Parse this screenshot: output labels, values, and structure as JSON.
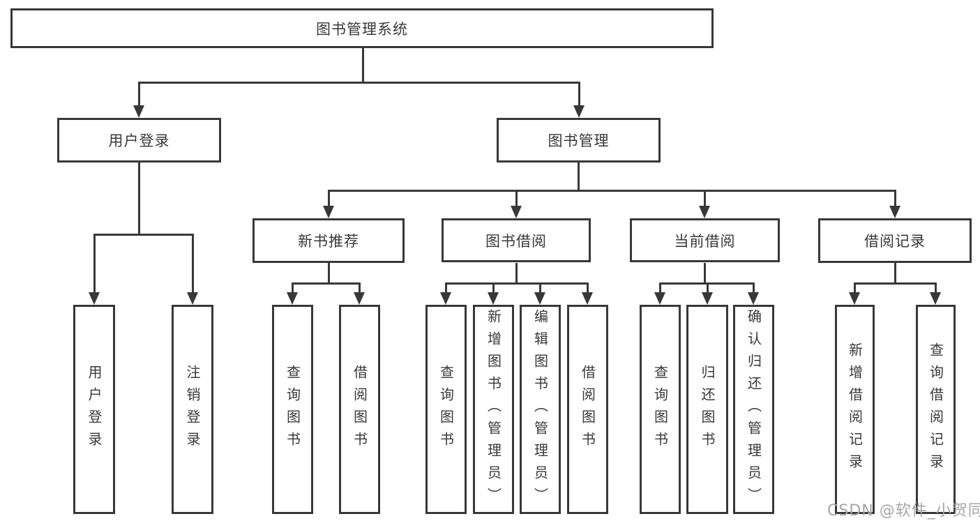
{
  "root": {
    "label": "图书管理系统"
  },
  "level2": [
    {
      "label": "用户登录"
    },
    {
      "label": "图书管理"
    }
  ],
  "level3": [
    {
      "label": "新书推荐"
    },
    {
      "label": "图书借阅"
    },
    {
      "label": "当前借阅"
    },
    {
      "label": "借阅记录"
    }
  ],
  "leaves": [
    {
      "label": "用户登录"
    },
    {
      "label": "注销登录"
    },
    {
      "label": "查询图书"
    },
    {
      "label": "借阅图书"
    },
    {
      "label": "查询图书"
    },
    {
      "label": "新增图书（管理员）"
    },
    {
      "label": "编辑图书（管理员）"
    },
    {
      "label": "借阅图书"
    },
    {
      "label": "查询图书"
    },
    {
      "label": "归还图书"
    },
    {
      "label": "确认归还（管理员）"
    },
    {
      "label": "新增借阅记录"
    },
    {
      "label": "查询借阅记录"
    }
  ],
  "watermark": {
    "text": "CSDN @软件_小贺同学"
  },
  "colors": {
    "line": "#383838",
    "text": "#383838",
    "box_background": "#ffffff",
    "watermark": "#a6a6a6",
    "background": "#ffffff"
  }
}
